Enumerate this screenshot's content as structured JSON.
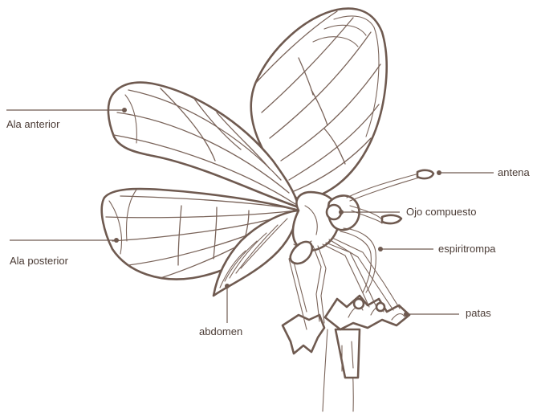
{
  "labels": {
    "ala_anterior": "Ala anterior",
    "ala_posterior": "Ala posterior",
    "abdomen": "abdomen",
    "antena": "antena",
    "ojo_compuesto": "Ojo compuesto",
    "espiritrompa": "espiritrompa",
    "patas": "patas"
  },
  "colors": {
    "line": "#6f5a50",
    "text": "#4a3b35",
    "background": "#ffffff"
  }
}
